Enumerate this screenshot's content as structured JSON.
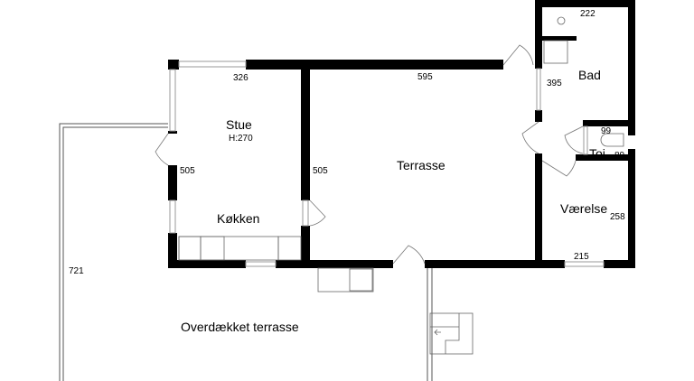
{
  "rooms": {
    "stue": "Stue",
    "stue_height": "H:270",
    "kokken": "Køkken",
    "terrasse": "Terrasse",
    "bad": "Bad",
    "toilet": "Toi.",
    "vaerelse": "Værelse",
    "overdaekket": "Overdækket terrasse"
  },
  "dimensions": {
    "stue_width": "326",
    "terrasse_width": "595",
    "stue_left": "505",
    "stue_right": "505",
    "bad_top": "222",
    "bad_side": "395",
    "toi_width": "99",
    "toi_depth": "89",
    "vaerelse_depth": "258",
    "vaerelse_width": "215",
    "overdaekket_side": "721"
  }
}
